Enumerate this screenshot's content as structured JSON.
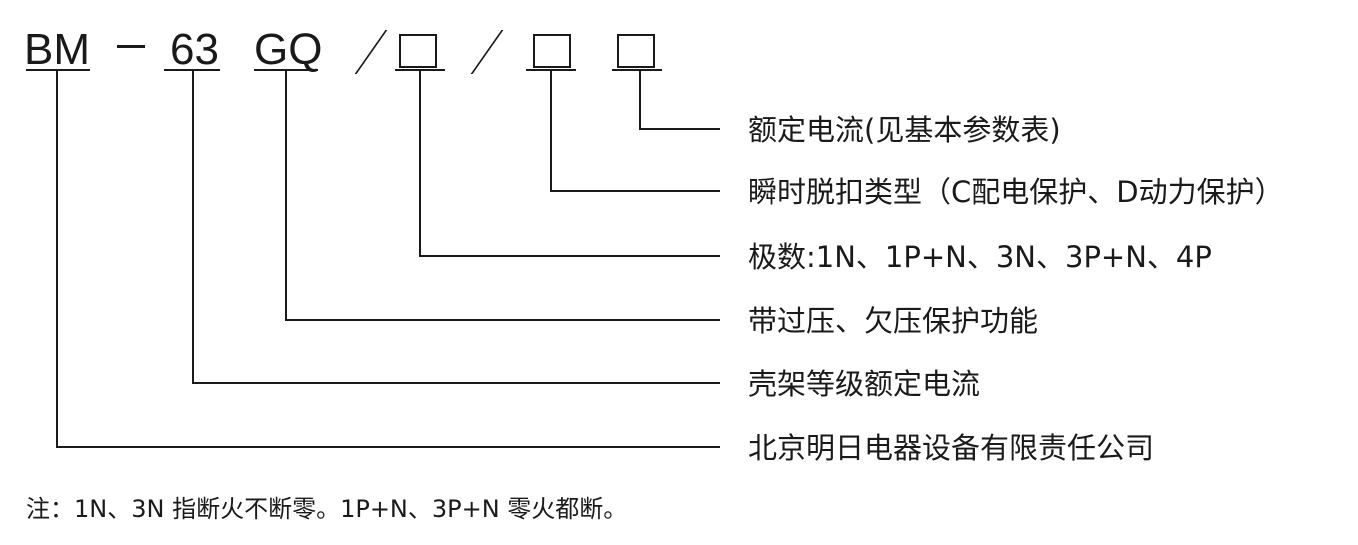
{
  "code": {
    "brand": "BM",
    "dash": "-",
    "frame_current": "63",
    "function_code": "GQ",
    "separator": "/"
  },
  "descriptions": [
    "额定电流(见基本参数表)",
    "瞬时脱扣类型（C配电保护、D动力保护）",
    "极数:1N、1P+N、3N、3P+N、4P",
    "带过压、欠压保护功能",
    "壳架等级额定电流",
    "北京明日电器设备有限责任公司"
  ],
  "note": "注：1N、3N 指断火不断零。1P+N、3P+N 零火都断。"
}
